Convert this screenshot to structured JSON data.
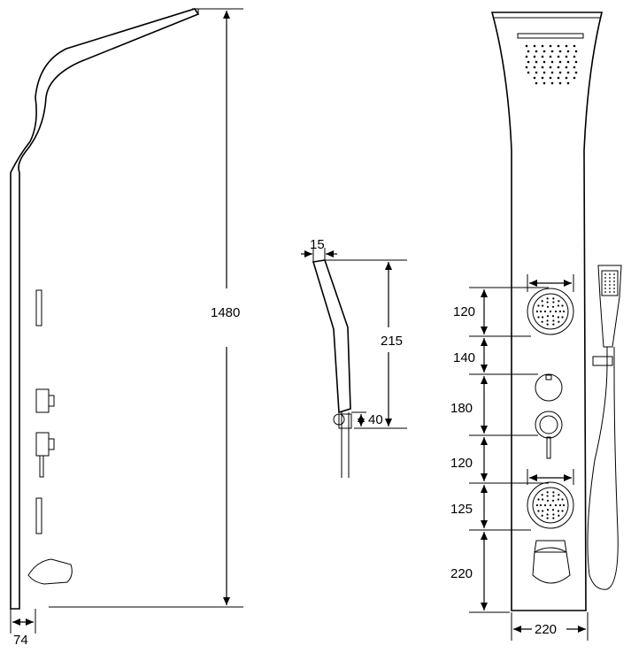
{
  "dimensions": {
    "height_total": "1480",
    "depth": "74",
    "handshower_top_width": "15",
    "handshower_length": "215",
    "handshower_holder": "40",
    "spacing_1": "120",
    "spacing_2": "140",
    "spacing_3": "180",
    "spacing_4": "120",
    "spacing_5": "125",
    "spacing_6": "220",
    "panel_width": "220"
  }
}
